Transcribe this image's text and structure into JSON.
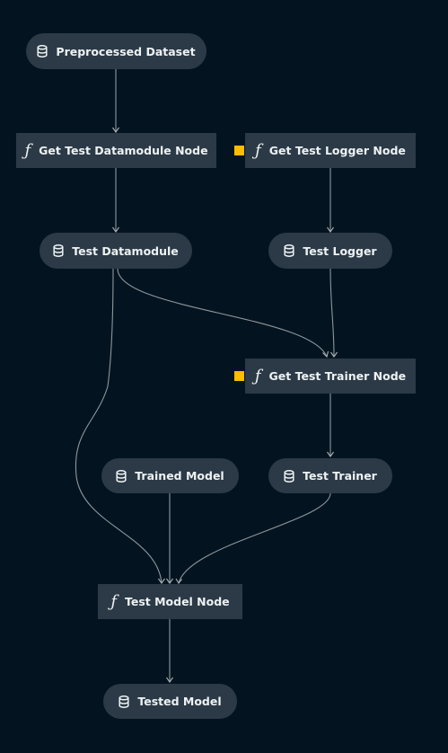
{
  "colors": {
    "background": "#031420",
    "node_fill": "#2b3a46",
    "node_text": "#eef2f4",
    "edge": "#8f969c",
    "parameter_marker": "#ffbc00"
  },
  "nodes": {
    "preprocessed_dataset": {
      "label": "Preprocessed Dataset",
      "kind": "data",
      "icon": "database-icon"
    },
    "get_test_datamodule_node": {
      "label": "Get Test Datamodule Node",
      "kind": "task",
      "icon": "function-icon"
    },
    "get_test_logger_node": {
      "label": "Get Test Logger Node",
      "kind": "task",
      "icon": "function-icon",
      "has_parameters": true
    },
    "test_datamodule": {
      "label": "Test Datamodule",
      "kind": "data",
      "icon": "database-icon"
    },
    "test_logger": {
      "label": "Test Logger",
      "kind": "data",
      "icon": "database-icon"
    },
    "get_test_trainer_node": {
      "label": "Get Test Trainer Node",
      "kind": "task",
      "icon": "function-icon",
      "has_parameters": true
    },
    "trained_model": {
      "label": "Trained Model",
      "kind": "data",
      "icon": "database-icon"
    },
    "test_trainer": {
      "label": "Test Trainer",
      "kind": "data",
      "icon": "database-icon"
    },
    "test_model_node": {
      "label": "Test Model Node",
      "kind": "task",
      "icon": "function-icon"
    },
    "tested_model": {
      "label": "Tested Model",
      "kind": "data",
      "icon": "database-icon"
    }
  },
  "edges": [
    {
      "from": "preprocessed_dataset",
      "to": "get_test_datamodule_node"
    },
    {
      "from": "get_test_datamodule_node",
      "to": "test_datamodule"
    },
    {
      "from": "get_test_logger_node",
      "to": "test_logger"
    },
    {
      "from": "test_datamodule",
      "to": "get_test_trainer_node"
    },
    {
      "from": "test_logger",
      "to": "get_test_trainer_node"
    },
    {
      "from": "get_test_trainer_node",
      "to": "test_trainer"
    },
    {
      "from": "test_datamodule",
      "to": "test_model_node"
    },
    {
      "from": "trained_model",
      "to": "test_model_node"
    },
    {
      "from": "test_trainer",
      "to": "test_model_node"
    },
    {
      "from": "test_model_node",
      "to": "tested_model"
    }
  ]
}
